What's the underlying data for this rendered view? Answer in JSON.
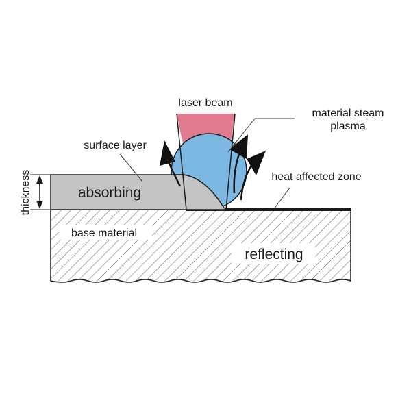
{
  "diagram": {
    "title": "Laser ablation of surface layer",
    "labels": {
      "laser_beam": "laser beam",
      "material_steam": "material steam",
      "plasma": "plasma",
      "surface_layer": "surface layer",
      "absorbing": "absorbing",
      "heat_affected_zone": "heat affected zone",
      "thickness": "thickness",
      "base_material": "base material",
      "reflecting": "reflecting"
    },
    "colors": {
      "laser": "#e07a8e",
      "plasma": "#7cb8e2",
      "surface_layer": "#c4c4c4",
      "outline": "#1a1a1a",
      "hatch": "#555555"
    }
  }
}
